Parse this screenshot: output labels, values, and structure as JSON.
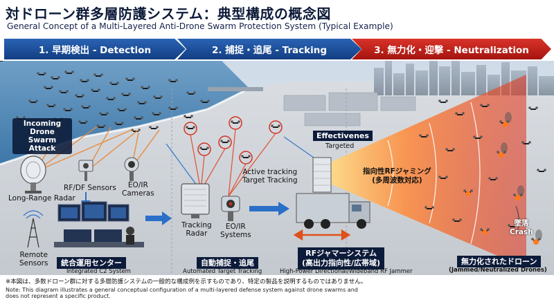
{
  "title": {
    "jp": "対ドローン群多層防護システム：典型構成の概念図",
    "en": "General Concept of a Multi-Layered Anti-Drone Swarm Protection System (Typical Example)"
  },
  "phases": [
    {
      "label": "1. 早期検出 - Detection",
      "color": "#1f4f9c"
    },
    {
      "label": "2. 捕捉・追尾 - Tracking",
      "color": "#1f4f9c"
    },
    {
      "label": "3. 無力化・迎撃 - Neutralization",
      "color": "#c4231c"
    }
  ],
  "labels": {
    "incoming": "Incoming Drone Swarm Attack",
    "long_range_radar": "Long-Range Radar",
    "rf_df": "RF/DF Sensors",
    "eoir_cameras_1": "EO/IR",
    "eoir_cameras_2": "Cameras",
    "remote_sensors_1": "Remote",
    "remote_sensors_2": "Sensors",
    "c2_jp": "統合運用センター",
    "c2_en": "Integrated C2 System",
    "tracking_radar_1": "Tracking",
    "tracking_radar_2": "Radar",
    "eoir_systems_1": "EO/IR",
    "eoir_systems_2": "Systems",
    "active_tracking_1": "Active tracking",
    "active_tracking_2": "Target Tracking",
    "auto_jp": "自動捕捉・追尾",
    "auto_en": "Automated Target Tracking",
    "effectiveness": "Effectivenes",
    "targeted": "Targeted",
    "jam_jp_1": "指向性RFジャミング",
    "jam_jp_2": "(多周波数対応)",
    "jammer_jp_1": "RFジャマーシステム",
    "jammer_jp_2": "(高出力指向性/広帯域)",
    "jammer_en": "High-Power Directional/Wideband RF Jammer",
    "neutralized_jp": "無力化されたドローン",
    "neutralized_en": "(Jammed/Neutralized Drones)",
    "crash_jp": "墜落",
    "crash_en": "Crash"
  },
  "note": {
    "jp": "※本図は、多数ドローン群に対する多層防護システムの一般的な構成例を示すものであり、特定の製品を説明するものではありません。",
    "en_1": "Note: This diagram illustrates a general conceptual configuration of a multi-layered defense system against drone swarms and",
    "en_2": "does not represent a specific product."
  },
  "colors": {
    "navy": "#0d1b3a",
    "blue_phase": "#1f4f9c",
    "red_phase": "#c4231c",
    "sea": "#4a87b5",
    "beam": "#ff6a2a",
    "tracking_line": "#e04a2a",
    "link_blue": "#2a6fc8"
  }
}
